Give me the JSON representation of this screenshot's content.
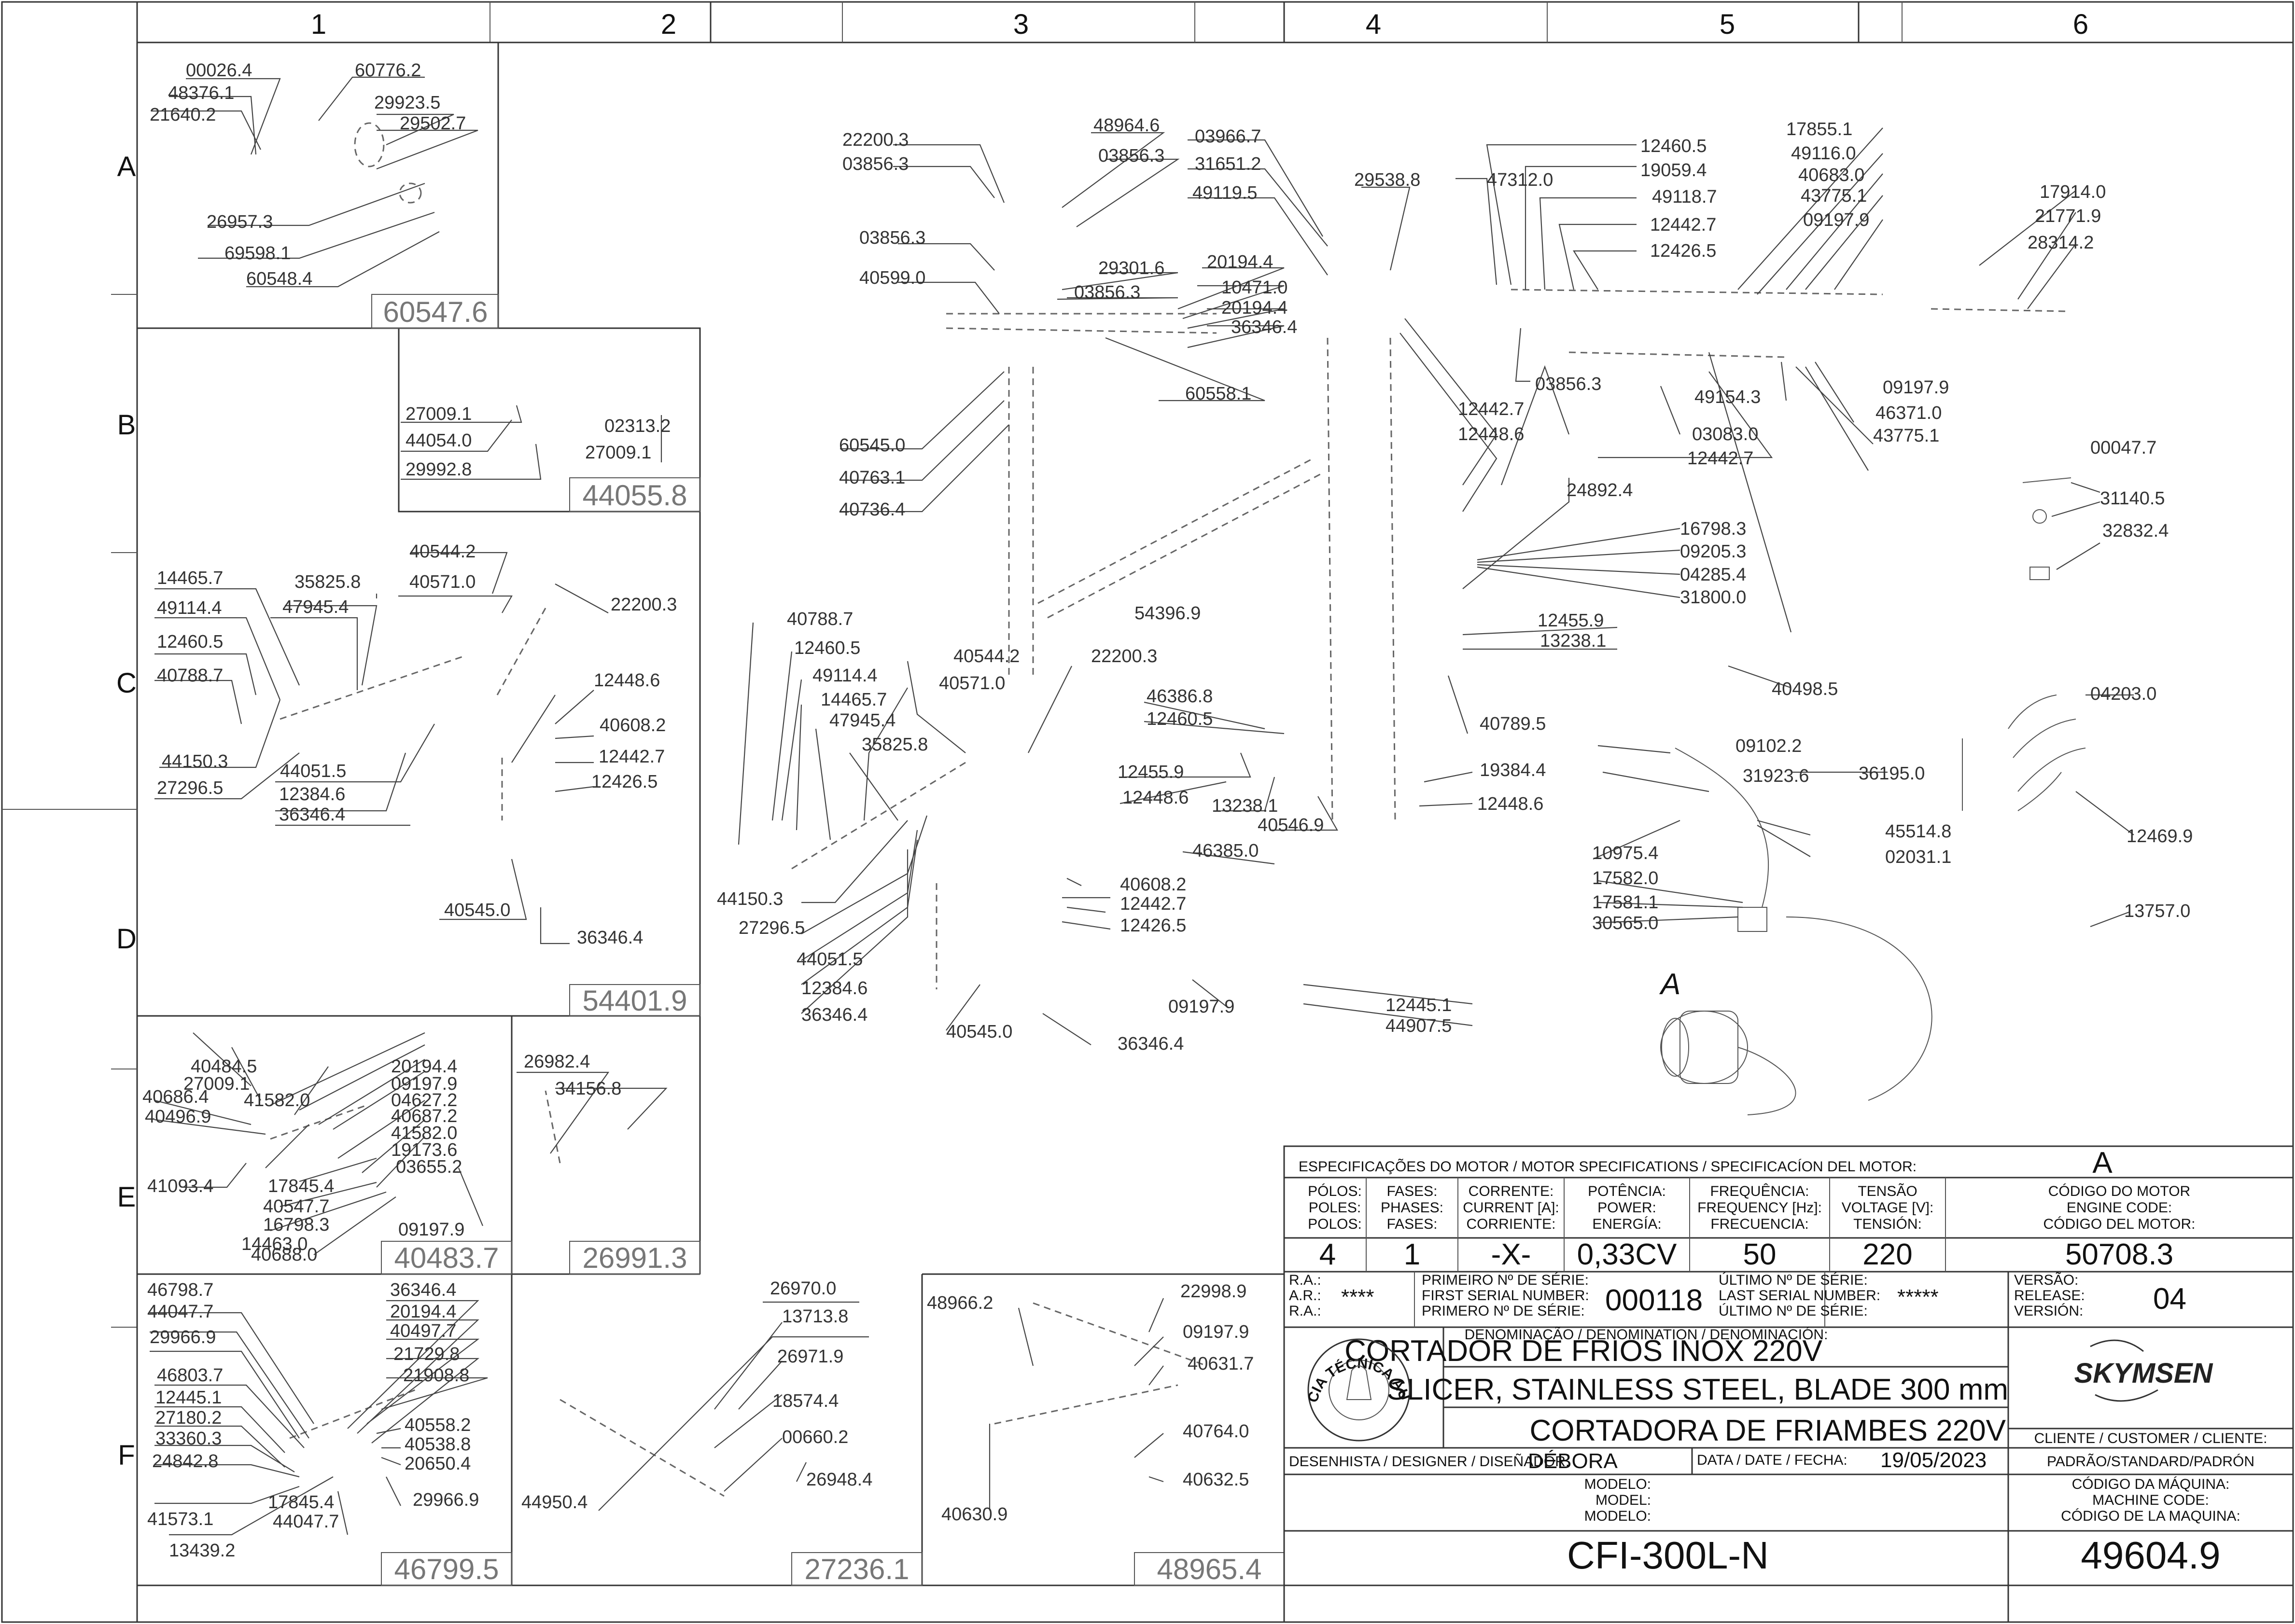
{
  "grid": {
    "columns": [
      "1",
      "2",
      "3",
      "4",
      "5",
      "6"
    ],
    "rows": [
      "A",
      "B",
      "C",
      "D",
      "E",
      "F"
    ]
  },
  "subassemblies": [
    "60547.6",
    "44055.8",
    "54401.9",
    "40483.7",
    "26991.3",
    "46799.5",
    "27236.1",
    "48965.4"
  ],
  "callouts": [
    "00026.4",
    "60776.2",
    "48376.1",
    "21640.2",
    "29923.5",
    "29502.7",
    "26957.3",
    "69598.1",
    "60548.4",
    "27009.1",
    "02313.2",
    "44054.0",
    "27009.1",
    "29992.8",
    "14465.7",
    "35825.8",
    "40544.2",
    "40571.0",
    "49114.4",
    "47945.4",
    "22200.3",
    "12460.5",
    "40788.7",
    "12448.6",
    "40608.2",
    "44150.3",
    "44051.5",
    "27296.5",
    "12384.6",
    "12442.7",
    "12426.5",
    "36346.4",
    "40545.0",
    "36346.4",
    "40484.5",
    "20194.4",
    "27009.1",
    "09197.9",
    "41582.0",
    "04627.2",
    "40686.4",
    "40687.2",
    "40496.9",
    "41582.0",
    "19173.6",
    "03655.2",
    "17845.4",
    "41093.4",
    "40547.7",
    "16798.3",
    "14463.0",
    "09197.9",
    "40688.0",
    "26982.4",
    "34156.8",
    "46798.7",
    "36346.4",
    "44047.7",
    "20194.4",
    "29966.9",
    "40497.7",
    "21729.8",
    "46803.7",
    "21908.8",
    "12445.1",
    "27180.2",
    "33360.3",
    "40558.2",
    "24842.8",
    "40538.8",
    "20650.4",
    "29966.9",
    "17845.4",
    "41573.1",
    "44047.7",
    "13439.2",
    "26970.0",
    "13713.8",
    "26971.9",
    "18574.4",
    "44950.4",
    "00660.2",
    "26948.4",
    "48966.2",
    "22998.9",
    "09197.9",
    "40631.7",
    "40764.0",
    "40630.9",
    "40632.5",
    "22200.3",
    "03856.3",
    "48964.6",
    "03966.7",
    "03856.3",
    "31651.2",
    "49119.5",
    "29538.8",
    "03856.3",
    "40599.0",
    "29301.6",
    "03856.3",
    "20194.4",
    "10471.0",
    "20194.4",
    "36346.4",
    "60558.1",
    "60545.0",
    "40763.1",
    "40736.4",
    "54396.9",
    "40788.7",
    "12460.5",
    "49114.4",
    "14465.7",
    "47945.4",
    "35825.8",
    "40544.2",
    "40571.0",
    "22200.3",
    "46386.8",
    "12460.5",
    "12455.9",
    "12448.6",
    "13238.1",
    "40546.9",
    "46385.0",
    "44150.3",
    "27296.5",
    "40608.2",
    "12442.7",
    "12426.5",
    "44051.5",
    "12384.6",
    "36346.4",
    "40545.0",
    "36346.4",
    "09197.9",
    "47312.0",
    "12460.5",
    "19059.4",
    "49118.7",
    "12442.7",
    "12426.5",
    "03856.3",
    "12442.7",
    "12448.6",
    "24892.4",
    "16798.3",
    "09205.3",
    "04285.4",
    "31800.0",
    "12455.9",
    "13238.1",
    "40789.5",
    "19384.4",
    "12448.6",
    "12445.1",
    "44907.5",
    "17855.1",
    "49116.0",
    "40683.0",
    "43775.1",
    "09197.9",
    "49154.3",
    "09197.9",
    "46371.0",
    "43775.1",
    "03083.0",
    "12442.7",
    "40498.5",
    "09102.2",
    "31923.6",
    "36195.0",
    "45514.8",
    "02031.1",
    "10975.4",
    "17582.0",
    "17581.1",
    "30565.0",
    "17914.0",
    "21771.9",
    "28314.2",
    "00047.7",
    "31140.5",
    "32832.4",
    "04203.0",
    "12469.9",
    "13757.0"
  ],
  "motor_tag": "A",
  "title_block": {
    "motor_spec_header": "ESPECIFICAÇÕES DO MOTOR / MOTOR SPECIFICATIONS / SPECIFICACÍON DEL MOTOR:",
    "motor_letter": "A",
    "headers": [
      [
        "PÓLOS:",
        "POLES:",
        "POLOS:"
      ],
      [
        "FASES:",
        "PHASES:",
        "FASES:"
      ],
      [
        "CORRENTE:",
        "CURRENT [A]:",
        "CORRIENTE:"
      ],
      [
        "POTÊNCIA:",
        "POWER:",
        "ENERGÍA:"
      ],
      [
        "FREQUÊNCIA:",
        "FREQUENCY [Hz]:",
        "FRECUENCIA:"
      ],
      [
        "TENSÃO",
        "VOLTAGE [V]:",
        "TENSIÓN:"
      ],
      [
        "CÓDIGO DO MOTOR",
        "ENGINE CODE:",
        "CÓDIGO DEL MOTOR:"
      ]
    ],
    "values": [
      "4",
      "1",
      "-X-",
      "0,33CV",
      "50",
      "220",
      "50708.3"
    ],
    "ra_labels": [
      "R.A.:",
      "A.R.:",
      "R.A.:"
    ],
    "ra_value": "****",
    "first_serial_labels": [
      "PRIMEIRO Nº DE SÉRIE:",
      "FIRST SERIAL NUMBER:",
      "PRIMERO Nº DE SÉRIE:"
    ],
    "first_serial": "000118",
    "last_serial_labels": [
      "ÚLTIMO Nº DE SÉRIE:",
      "LAST SERIAL NUMBER:",
      "ÚLTIMO Nº DE SÉRIE:"
    ],
    "last_serial": "*****",
    "version_labels": [
      "VERSÃO:",
      "RELEASE:",
      "VERSIÓN:"
    ],
    "version": "04",
    "denomination_label": "DENOMINAÇÃO / DENOMINATION / DENOMINACIÓN:",
    "names": [
      "CORTADOR DE FRIOS INOX 220V",
      "SLICER, STAINLESS STEEL, BLADE 300 mm",
      "CORTADORA DE FRIAMBES 220V"
    ],
    "brand": "SKYMSEN",
    "seal_text": "ASSISTÊNCIA TÉCNICA AUTORIZADA",
    "customer_label": "CLIENTE / CUSTOMER / CLIENTE:",
    "customer": "PADRÃO/STANDARD/PADRÓN",
    "designer_label": "DESENHISTA / DESIGNER / DISEÑADOR:",
    "designer": "DÉBORA",
    "date_label": "DATA / DATE / FECHA:",
    "date": "19/05/2023",
    "model_labels": [
      "MODELO:",
      "MODEL:",
      "MODELO:"
    ],
    "model": "CFI-300L-N",
    "machine_code_labels": [
      "CÓDIGO DA MÁQUINA:",
      "MACHINE CODE:",
      "CÓDIGO DE LA MAQUINA:"
    ],
    "machine_code": "49604.9"
  }
}
